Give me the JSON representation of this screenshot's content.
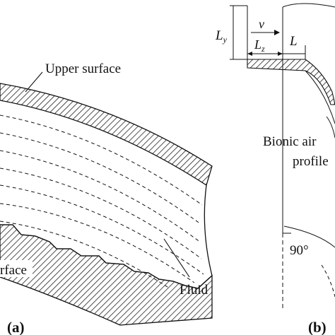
{
  "panel_a": {
    "label": "(a)",
    "upper_surface_label": "Upper surface",
    "lower_surface_label_fragment": "rface",
    "fluid_label": "Fluid"
  },
  "panel_b": {
    "label": "(b)",
    "velocity_symbol": "v",
    "ly_symbol": "L",
    "ly_subscript": "y",
    "lz_symbol": "L",
    "lz_subscript": "z",
    "l_symbol": "L",
    "airfoil_label_line1": "Bionic air",
    "airfoil_label_line2": "profile",
    "angle_label": "90°"
  },
  "colors": {
    "ink": "#111111",
    "hatch": "#222222",
    "background": "#ffffff"
  }
}
